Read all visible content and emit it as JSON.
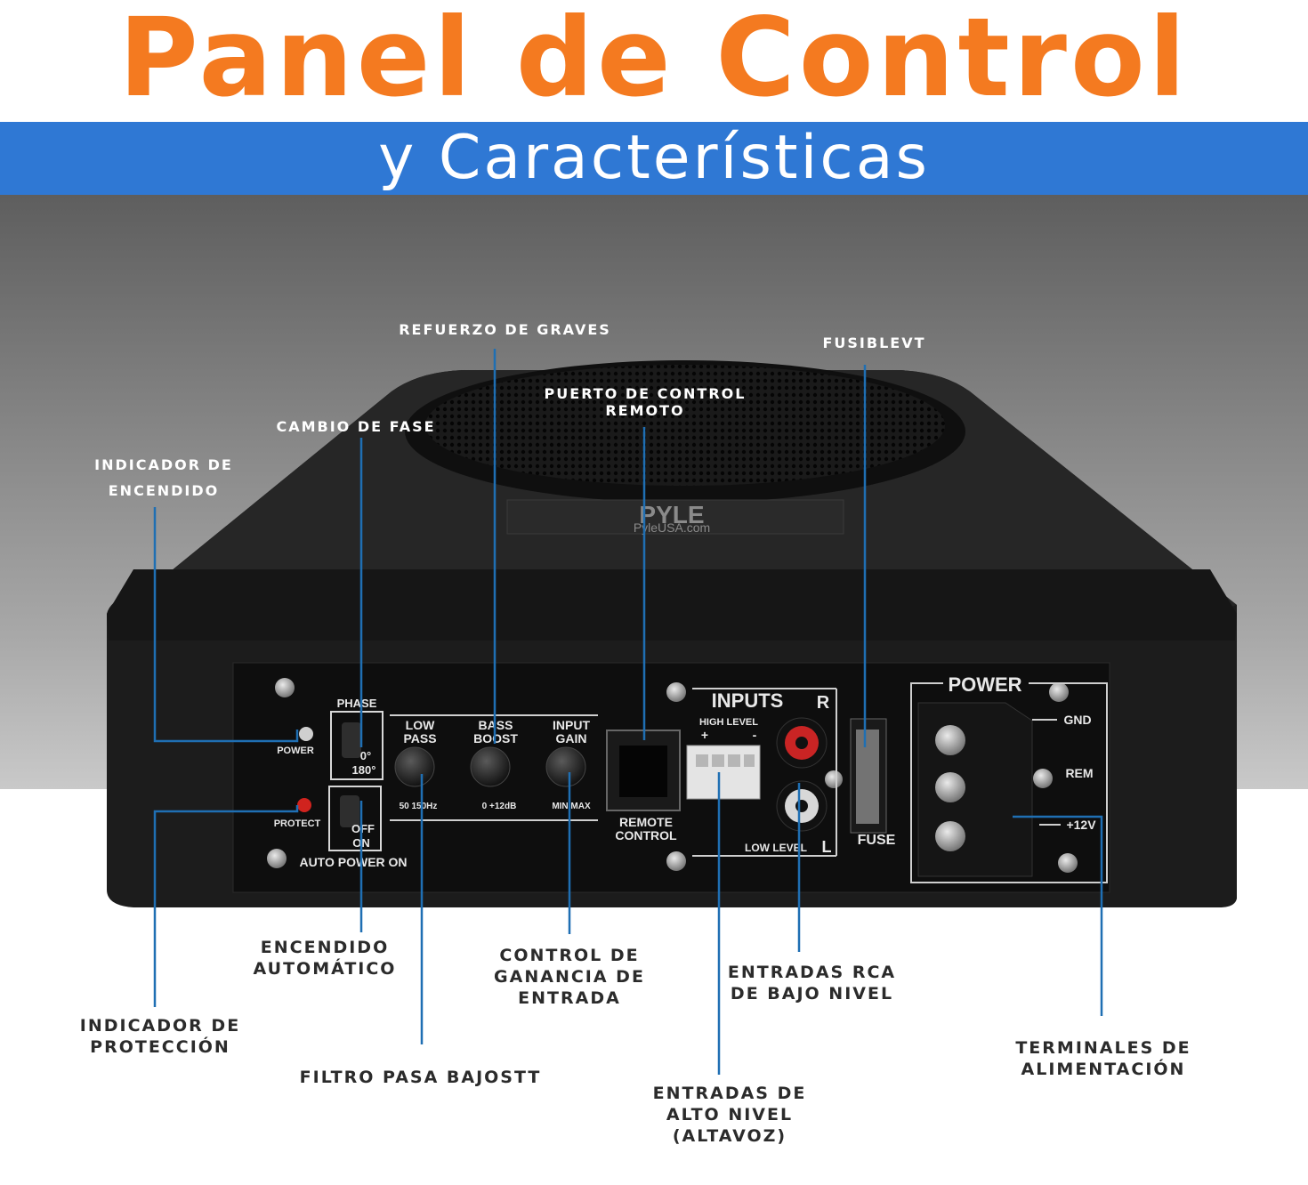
{
  "header": {
    "title": "Panel de Control",
    "subtitle": "y Características"
  },
  "callouts": {
    "bass_boost": "REFUERZO DE GRAVES",
    "fuse": "FUSIBLEVT",
    "remote_port": "PUERTO DE CONTROL REMOTO",
    "phase": "CAMBIO DE FASE",
    "power_indicator": "INDICADOR DE ENCENDIDO",
    "auto_power": "ENCENDIDO AUTOMÁTICO",
    "input_gain": "CONTROL DE GANANCIA DE ENTRADA",
    "low_level_rca": "ENTRADAS RCA DE BAJO NIVEL",
    "protect_indicator": "INDICADOR DE PROTECCIÓN",
    "low_pass": "FILTRO PASA BAJOSTT",
    "power_terminals": "TERMINALES DE ALIMENTACIÓN",
    "high_level": "ENTRADAS DE ALTO NIVEL (ALTAVOZ)"
  },
  "device": {
    "brand": "PYLE",
    "website": "PyleUSA.com",
    "panel": {
      "power": "POWER",
      "protect": "PROTECT",
      "phase": "PHASE",
      "phase_0": "0°",
      "phase_180": "180°",
      "off": "OFF",
      "on": "ON",
      "auto_power_on": "AUTO POWER ON",
      "low_pass_1": "LOW",
      "low_pass_2": "PASS",
      "low_pass_range": "50  150Hz",
      "bass_1": "BASS",
      "bass_2": "BOOST",
      "bass_range": "0  +12dB",
      "gain_1": "INPUT",
      "gain_2": "GAIN",
      "gain_range": "MIN  MAX",
      "remote_1": "REMOTE",
      "remote_2": "CONTROL",
      "inputs": "INPUTS",
      "r": "R",
      "l": "L",
      "high_level": "HIGH LEVEL",
      "plus": "+",
      "minus": "-",
      "low_level": "LOW  LEVEL",
      "fuse": "FUSE",
      "power_block": "POWER",
      "gnd": "GND",
      "rem": "REM",
      "v12": "+12V"
    }
  }
}
